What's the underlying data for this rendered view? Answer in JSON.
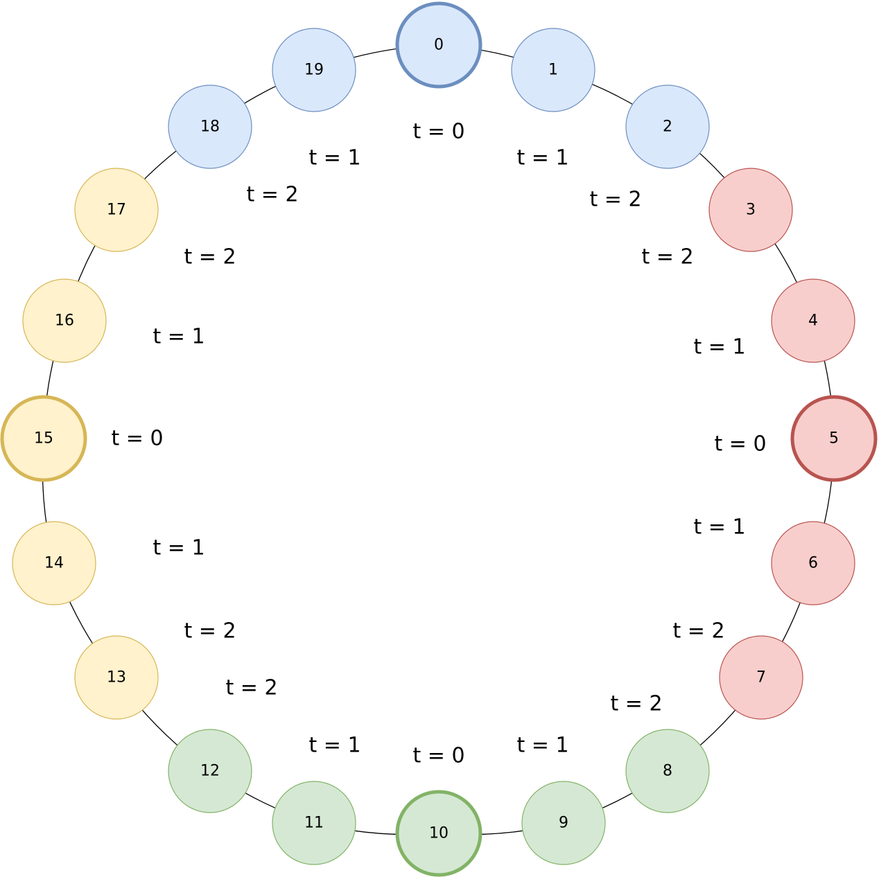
{
  "colors": {
    "blue": {
      "fill": "#dae8fc",
      "stroke": "#6c8ebf"
    },
    "red": {
      "fill": "#f8cecc",
      "stroke": "#b85450"
    },
    "green": {
      "fill": "#d5e8d4",
      "stroke": "#82b366"
    },
    "yellow": {
      "fill": "#fff2cc",
      "stroke": "#d6b656"
    },
    "edge": "#000000"
  },
  "nodes": [
    {
      "label": "0",
      "group": "blue",
      "leader": true
    },
    {
      "label": "1",
      "group": "blue",
      "leader": false
    },
    {
      "label": "2",
      "group": "blue",
      "leader": false
    },
    {
      "label": "3",
      "group": "red",
      "leader": false
    },
    {
      "label": "4",
      "group": "red",
      "leader": false
    },
    {
      "label": "5",
      "group": "red",
      "leader": true
    },
    {
      "label": "6",
      "group": "red",
      "leader": false
    },
    {
      "label": "7",
      "group": "red",
      "leader": false
    },
    {
      "label": "8",
      "group": "green",
      "leader": false
    },
    {
      "label": "9",
      "group": "green",
      "leader": false
    },
    {
      "label": "10",
      "group": "green",
      "leader": true
    },
    {
      "label": "11",
      "group": "green",
      "leader": false
    },
    {
      "label": "12",
      "group": "green",
      "leader": false
    },
    {
      "label": "13",
      "group": "yellow",
      "leader": false
    },
    {
      "label": "14",
      "group": "yellow",
      "leader": false
    },
    {
      "label": "15",
      "group": "yellow",
      "leader": true
    },
    {
      "label": "16",
      "group": "yellow",
      "leader": false
    },
    {
      "label": "17",
      "group": "yellow",
      "leader": false
    },
    {
      "label": "18",
      "group": "blue",
      "leader": false
    },
    {
      "label": "19",
      "group": "blue",
      "leader": false
    }
  ],
  "time_labels": [
    "t = 0",
    "t = 1",
    "t = 2",
    "t = 2",
    "t = 1",
    "t = 0",
    "t = 1",
    "t = 2",
    "t = 2",
    "t = 1",
    "t = 0",
    "t = 1",
    "t = 2",
    "t = 2",
    "t = 1",
    "t = 0",
    "t = 1",
    "t = 2",
    "t = 2",
    "t = 1"
  ]
}
